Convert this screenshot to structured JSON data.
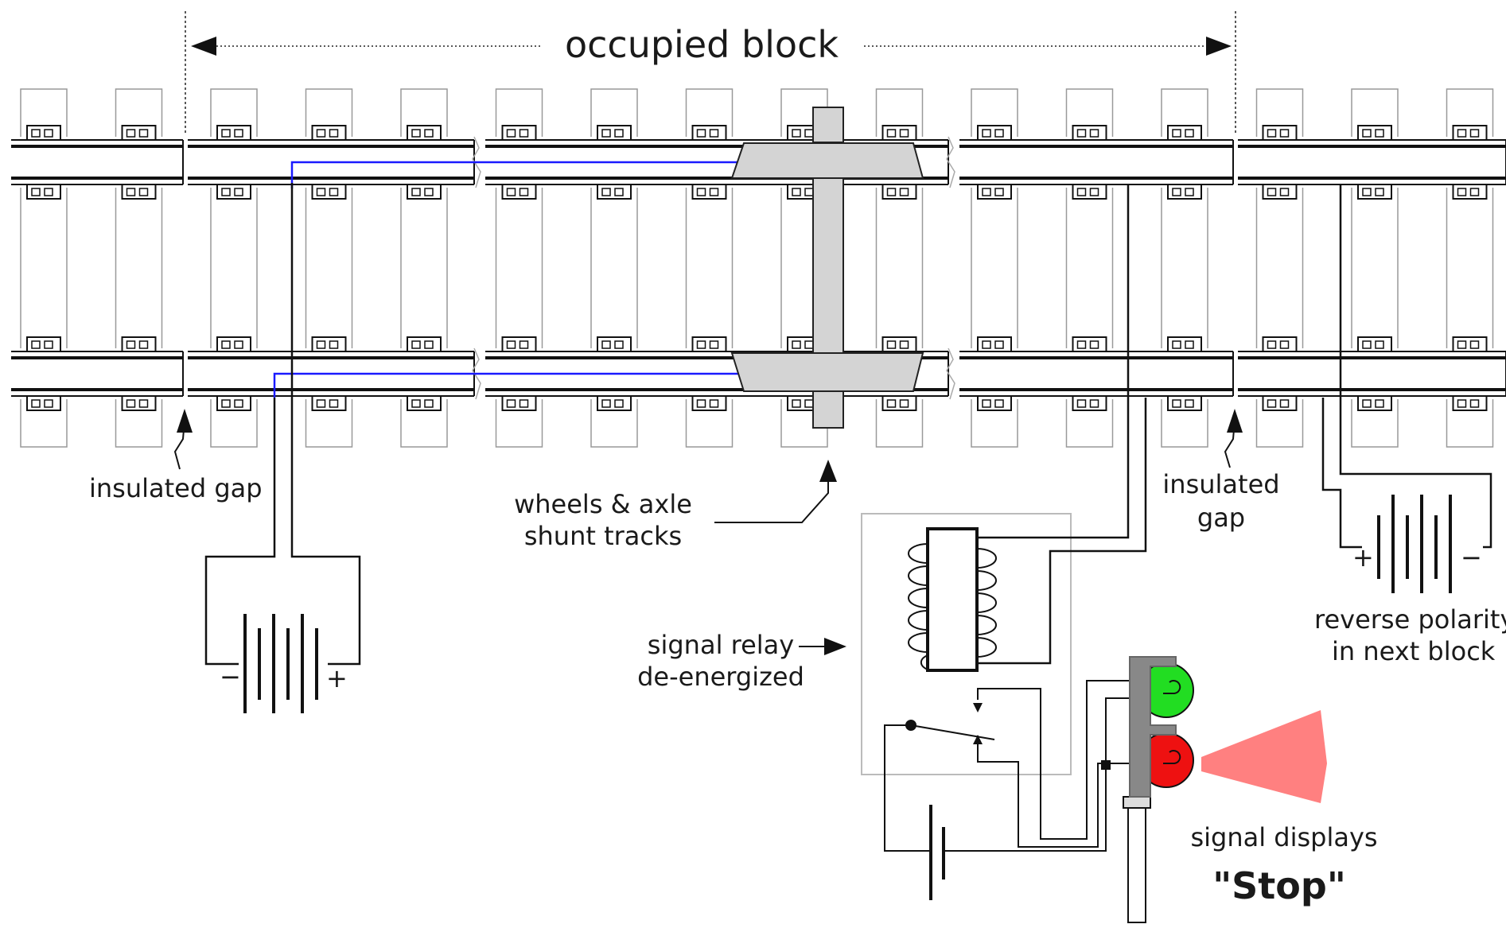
{
  "labels": {
    "occupied_block": "occupied block",
    "insulated_gap_left": "insulated gap",
    "insulated_gap_right_1": "insulated",
    "insulated_gap_right_2": "gap",
    "wheels_1": "wheels & axle",
    "wheels_2": "shunt tracks",
    "relay_1": "signal relay",
    "relay_2": "de-energized",
    "reverse_1": "reverse polarity",
    "reverse_2": "in next block",
    "signal_1": "signal displays",
    "signal_2": "\"Stop\"",
    "minus_left": "−",
    "plus_left": "+",
    "plus_right": "+",
    "minus_right": "−"
  },
  "colors": {
    "track_circuit": "#1a1aff",
    "green_lamp": "#22dd22",
    "red_lamp": "#ee1111",
    "beam": "#ff8080",
    "wheelset": "#d4d4d4"
  }
}
